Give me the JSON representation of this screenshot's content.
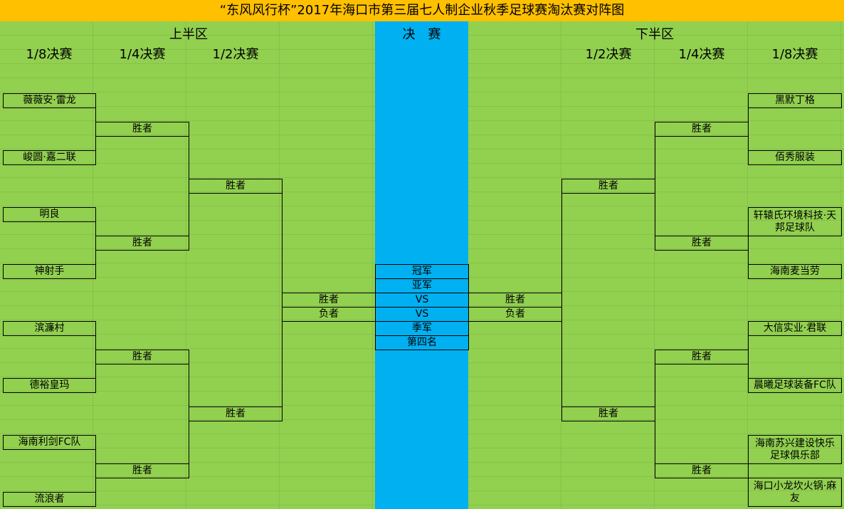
{
  "title": "“东风风行杯”2017年海口市第三届七人制企业秋季足球赛淘汰赛对阵图",
  "left": {
    "half_label": "上半区",
    "round_r16": "1/8决赛",
    "round_qf": "1/4决赛",
    "round_sf": "1/2决赛",
    "teams": [
      "薇薇安·雷龙",
      "峻圆·嘉二联",
      "明良",
      "神射手",
      "滨濂村",
      "德裕皇玛",
      "海南利剑FC队",
      "流浪者"
    ],
    "qf_winner": "胜者",
    "sf_winner": "胜者",
    "final_winner": "胜者",
    "final_loser": "负者"
  },
  "right": {
    "half_label": "下半区",
    "round_sf": "1/2决赛",
    "round_qf": "1/4决赛",
    "round_r16": "1/8决赛",
    "teams": [
      "黑默丁格",
      "佰秀服装",
      "轩辕氏环境科技·天邦足球队",
      "海南麦当劳",
      "大信实业·君联",
      "晨曦足球装备FC队",
      "海南苏兴建设快乐足球俱乐部",
      "海口小龙坎火锅·麻友"
    ],
    "qf_winner": "胜者",
    "sf_winner": "胜者",
    "final_winner": "胜者",
    "final_loser": "负者"
  },
  "final": {
    "label": "决　赛",
    "champion": "冠军",
    "runner_up": "亚军",
    "vs1": "VS",
    "vs2": "VS",
    "third": "季军",
    "fourth": "第四名"
  },
  "colors": {
    "title_bg": "#ffc000",
    "bracket_bg": "#92d050",
    "final_bg": "#00b0f0"
  }
}
